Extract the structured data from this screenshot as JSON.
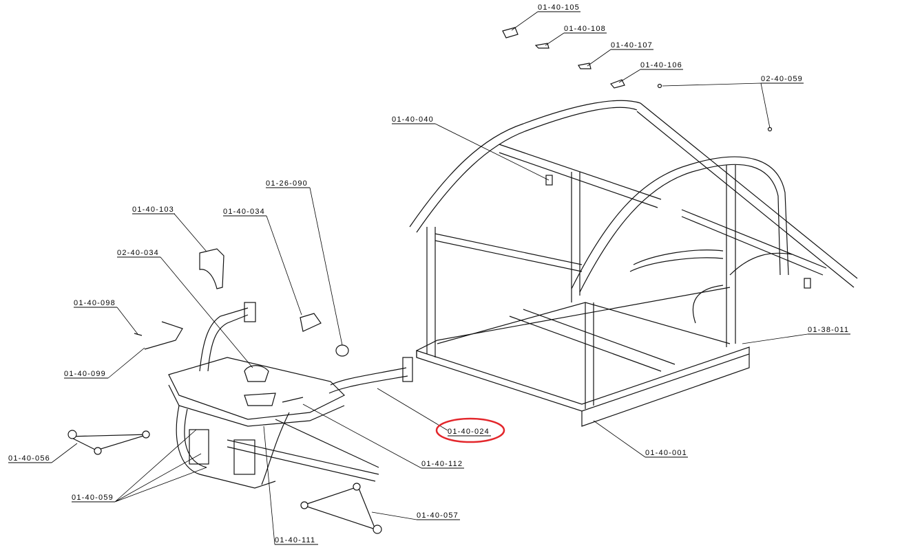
{
  "drawing": {
    "highlight_color": "#e3262b",
    "highlighted_part": "01-40-024",
    "labels": {
      "p_01_40_105": "01-40-105",
      "p_01_40_108": "01-40-108",
      "p_01_40_107": "01-40-107",
      "p_01_40_106": "01-40-106",
      "p_02_40_059": "02-40-059",
      "p_01_40_040": "01-40-040",
      "p_01_26_090": "01-26-090",
      "p_01_40_103": "01-40-103",
      "p_01_40_034": "01-40-034",
      "p_02_40_034": "02-40-034",
      "p_01_40_098": "01-40-098",
      "p_01_40_099": "01-40-099",
      "p_01_38_011": "01-38-011",
      "p_01_40_024": "01-40-024",
      "p_01_40_001": "01-40-001",
      "p_01_40_112": "01-40-112",
      "p_01_40_056": "01-40-056",
      "p_01_40_059": "01-40-059",
      "p_01_40_057": "01-40-057",
      "p_01_40_111": "01-40-111"
    }
  }
}
